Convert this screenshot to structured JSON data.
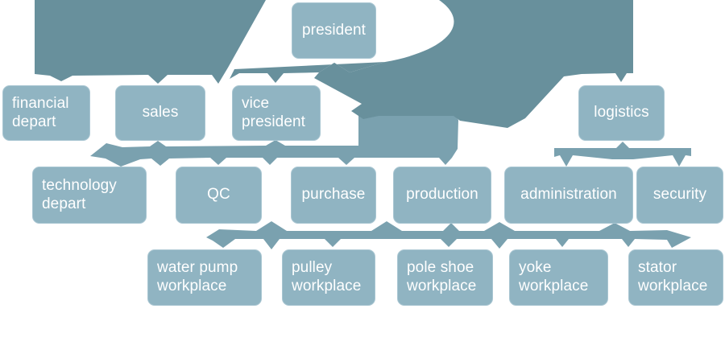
{
  "diagram": {
    "type": "org-chart",
    "colors": {
      "background": "#ffffff",
      "box_fill": "#90B4C2",
      "box_border": "#A9C6D2",
      "connector_dark": "#68909C",
      "connector_medium": "#7AA1AF",
      "text": "#ffffff"
    },
    "nodes": [
      {
        "id": "president",
        "label": "president",
        "lines": [
          "president"
        ],
        "level": 1
      },
      {
        "id": "financial-depart",
        "label": "financial depart",
        "lines": [
          "financial",
          "depart"
        ],
        "level": 2
      },
      {
        "id": "sales",
        "label": "sales",
        "lines": [
          "sales"
        ],
        "level": 2
      },
      {
        "id": "vice-president",
        "label": "vice president",
        "lines": [
          "vice",
          "president"
        ],
        "level": 2
      },
      {
        "id": "logistics",
        "label": "logistics",
        "lines": [
          "logistics"
        ],
        "level": 2
      },
      {
        "id": "technology-depart",
        "label": "technology depart",
        "lines": [
          "technology",
          "depart"
        ],
        "level": 3
      },
      {
        "id": "qc",
        "label": "QC",
        "lines": [
          "QC"
        ],
        "level": 3
      },
      {
        "id": "purchase",
        "label": "purchase",
        "lines": [
          "purchase"
        ],
        "level": 3
      },
      {
        "id": "production",
        "label": "production",
        "lines": [
          "production"
        ],
        "level": 3
      },
      {
        "id": "administration",
        "label": "administration",
        "lines": [
          "administration"
        ],
        "level": 3
      },
      {
        "id": "security",
        "label": "security",
        "lines": [
          "security"
        ],
        "level": 3
      },
      {
        "id": "water-pump-workplace",
        "label": "water pump workplace",
        "lines": [
          "water pump",
          "workplace"
        ],
        "level": 4
      },
      {
        "id": "pulley-workplace",
        "label": "pulley workplace",
        "lines": [
          "pulley",
          "workplace"
        ],
        "level": 4
      },
      {
        "id": "pole-shoe-workplace",
        "label": "pole shoe workplace",
        "lines": [
          "pole shoe",
          "workplace"
        ],
        "level": 4
      },
      {
        "id": "yoke-workplace",
        "label": "yoke workplace",
        "lines": [
          "yoke",
          "workplace"
        ],
        "level": 4
      },
      {
        "id": "stator-workplace",
        "label": "stator workplace",
        "lines": [
          "stator",
          "workplace"
        ],
        "level": 4
      }
    ],
    "edges": [
      {
        "from": "president",
        "to": "financial-depart"
      },
      {
        "from": "president",
        "to": "sales"
      },
      {
        "from": "president",
        "to": "vice-president"
      },
      {
        "from": "president",
        "to": "logistics"
      },
      {
        "from": "vice-president",
        "to": "technology-depart"
      },
      {
        "from": "vice-president",
        "to": "qc"
      },
      {
        "from": "vice-president",
        "to": "purchase"
      },
      {
        "from": "vice-president",
        "to": "production"
      },
      {
        "from": "logistics",
        "to": "administration"
      },
      {
        "from": "logistics",
        "to": "security"
      },
      {
        "from": "production",
        "to": "water-pump-workplace"
      },
      {
        "from": "production",
        "to": "pulley-workplace"
      },
      {
        "from": "production",
        "to": "pole-shoe-workplace"
      },
      {
        "from": "production",
        "to": "yoke-workplace"
      },
      {
        "from": "production",
        "to": "stator-workplace"
      }
    ]
  }
}
